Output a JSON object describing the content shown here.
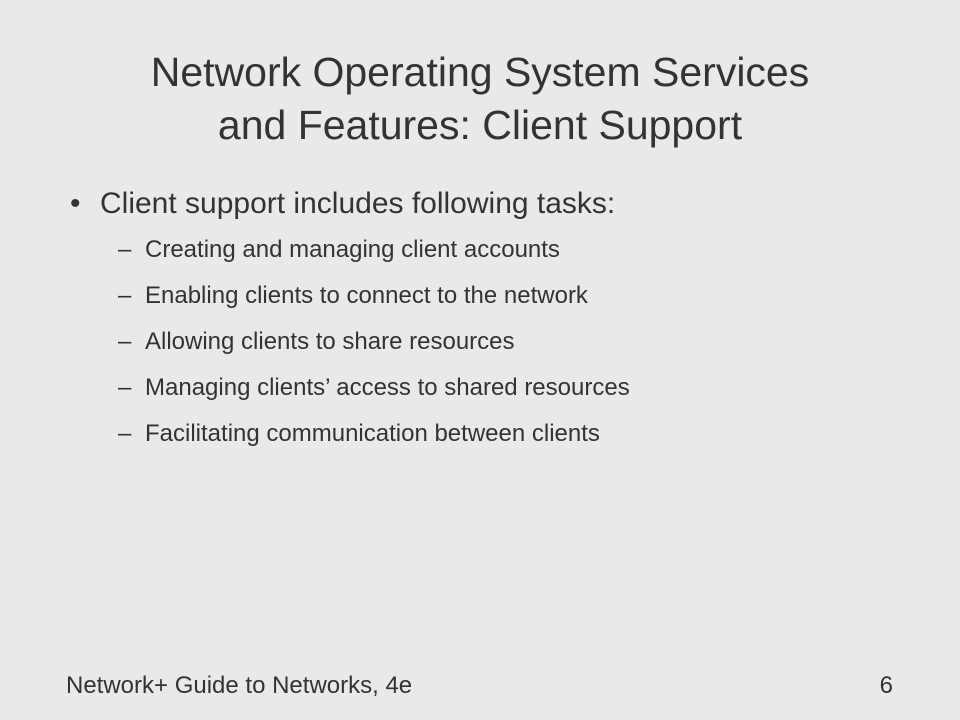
{
  "slide": {
    "title_line1": "Network Operating System Services",
    "title_line2": "and Features: Client Support",
    "bullet_symbol": "•",
    "bullet_text": "Client support includes following tasks:",
    "dash_symbol": "–",
    "sub_items": [
      "Creating and managing client accounts",
      "Enabling clients to connect to the network",
      "Allowing clients to share resources",
      "Managing clients’ access to shared resources",
      "Facilitating communication between clients"
    ]
  },
  "footer": {
    "source": "Network+ Guide to Networks, 4e",
    "page_number": "6"
  },
  "colors": {
    "background": "#e9e9e9",
    "text": "#333333"
  }
}
